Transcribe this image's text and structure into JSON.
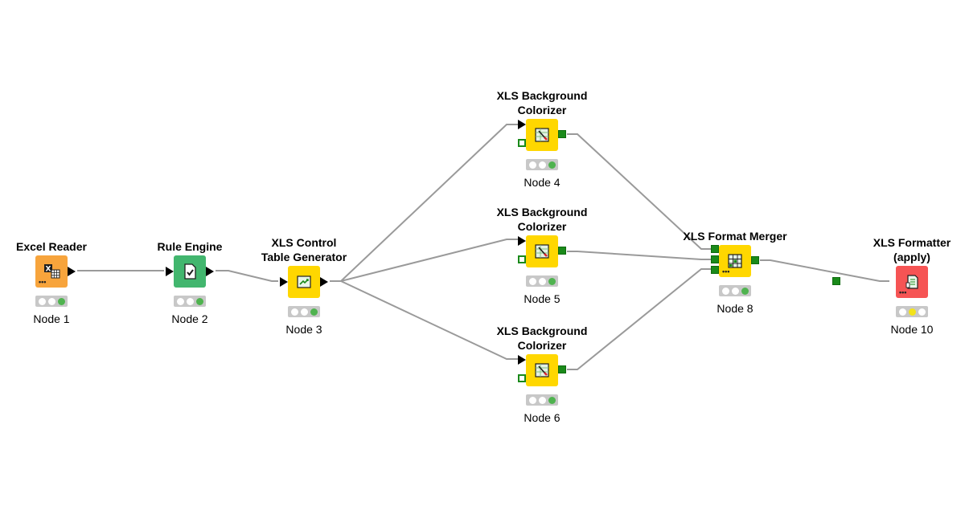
{
  "workflow": {
    "nodes": [
      {
        "id": "n1",
        "title": "Excel Reader",
        "label": "Node 1",
        "color": "#f7a43c",
        "icon": "excel-reader-icon",
        "status": "executed"
      },
      {
        "id": "n2",
        "title": "Rule Engine",
        "label": "Node 2",
        "color": "#42b66e",
        "icon": "document-check-icon",
        "status": "executed"
      },
      {
        "id": "n3",
        "title": "XLS Control\nTable Generator",
        "label": "Node 3",
        "color": "#ffd700",
        "icon": "table-generator-icon",
        "status": "executed"
      },
      {
        "id": "n4",
        "title": "XLS Background\nColorizer",
        "label": "Node 4",
        "color": "#ffd700",
        "icon": "colorizer-icon",
        "status": "executed"
      },
      {
        "id": "n5",
        "title": "XLS Background\nColorizer",
        "label": "Node 5",
        "color": "#ffd700",
        "icon": "colorizer-icon",
        "status": "executed"
      },
      {
        "id": "n6",
        "title": "XLS Background\nColorizer",
        "label": "Node 6",
        "color": "#ffd700",
        "icon": "colorizer-icon",
        "status": "executed"
      },
      {
        "id": "n8",
        "title": "XLS Format Merger",
        "label": "Node 8",
        "color": "#ffd700",
        "icon": "merger-icon",
        "status": "executed"
      },
      {
        "id": "n10",
        "title": "XLS Formatter\n(apply)",
        "label": "Node 10",
        "color": "#f65454",
        "icon": "formatter-apply-icon",
        "status": "configured"
      }
    ],
    "colors": {
      "edge": "#9a9a9a",
      "port_green": "#1a8a1a",
      "status_bar": "#c8c8c8",
      "light_green": "#4fb34f",
      "light_yellow": "#f3e31a"
    }
  }
}
